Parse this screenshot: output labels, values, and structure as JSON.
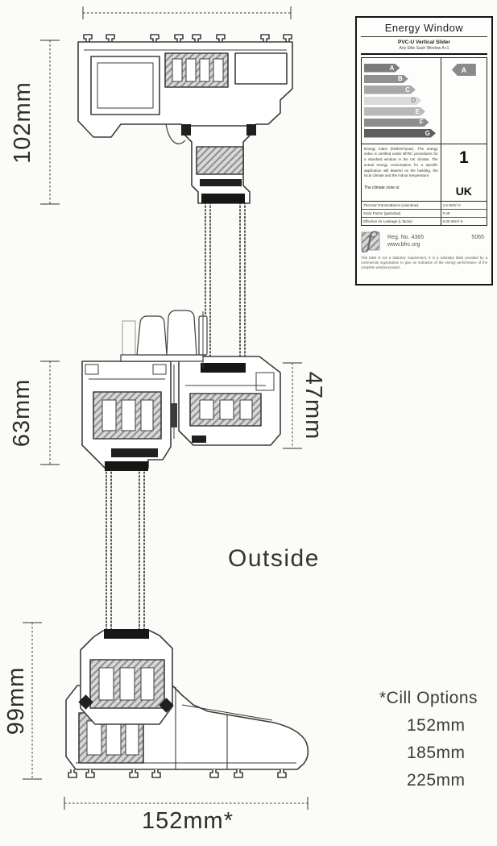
{
  "diagram": {
    "outside_label": "Outside",
    "dimensions": {
      "frame_head_height": "102mm",
      "meeting_rail_height": "63mm",
      "sash_depth": "47mm",
      "bottom_rail_height": "99mm",
      "cill_width": "152mm*"
    },
    "cill_options": {
      "title": "*Cill Options",
      "options": [
        "152mm",
        "185mm",
        "225mm"
      ]
    }
  },
  "energy_label": {
    "title": "Energy Window",
    "product_line1": "PVC-U Vertical Slider",
    "product_line2": "Any Elite Sash Window A+1",
    "badge_letter": "A",
    "bars": [
      {
        "letter": "A",
        "color": "#7c7c7c",
        "text_color": "#ffffff",
        "width": "48%"
      },
      {
        "letter": "B",
        "color": "#909090",
        "text_color": "#ffffff",
        "width": "59%"
      },
      {
        "letter": "C",
        "color": "#a8a8a8",
        "text_color": "#ffffff",
        "width": "69%"
      },
      {
        "letter": "D",
        "color": "#dadada",
        "text_color": "#8c8c8c",
        "width": "77%"
      },
      {
        "letter": "E",
        "color": "#b9b9b9",
        "text_color": "#ffffff",
        "width": "82%"
      },
      {
        "letter": "F",
        "color": "#8c8c8c",
        "text_color": "#ffffff",
        "width": "87%"
      },
      {
        "letter": "G",
        "color": "#5e5e5e",
        "text_color": "#ffffff",
        "width": "96%"
      }
    ],
    "energy_index_text": "Energy Index (kWh/m²/year). The energy index is certified under BFRC procedures for a standard window in the UK climate. The actual energy consumption for a specific application will depend on the building, the local climate and the indoor temperature.",
    "energy_index_value": "1",
    "climate_text": "The climate zone is:",
    "climate_value": "UK",
    "rows": [
      {
        "label": "Thermal Transmittance (Uwindow)",
        "value": "1.5 W/m² K"
      },
      {
        "label": "Solar Factor (gwindow)",
        "value": "0.49"
      },
      {
        "label": "Effective Air Leakage (L factor)",
        "value": "0.05 W/m² K"
      }
    ],
    "reg_no": "Reg. No. 4365",
    "reg_code": "5065",
    "website": "www.bfrc.org",
    "disclaimer": "This label is not a statutory requirement. It is a voluntary label provided by a commercial organisation to give an indication of the energy performance of the complete window product."
  },
  "colors": {
    "line": "#3d3d3d",
    "text": "#2e2e2e",
    "label_border": "#141414",
    "gasket": "#1f1f1f"
  }
}
